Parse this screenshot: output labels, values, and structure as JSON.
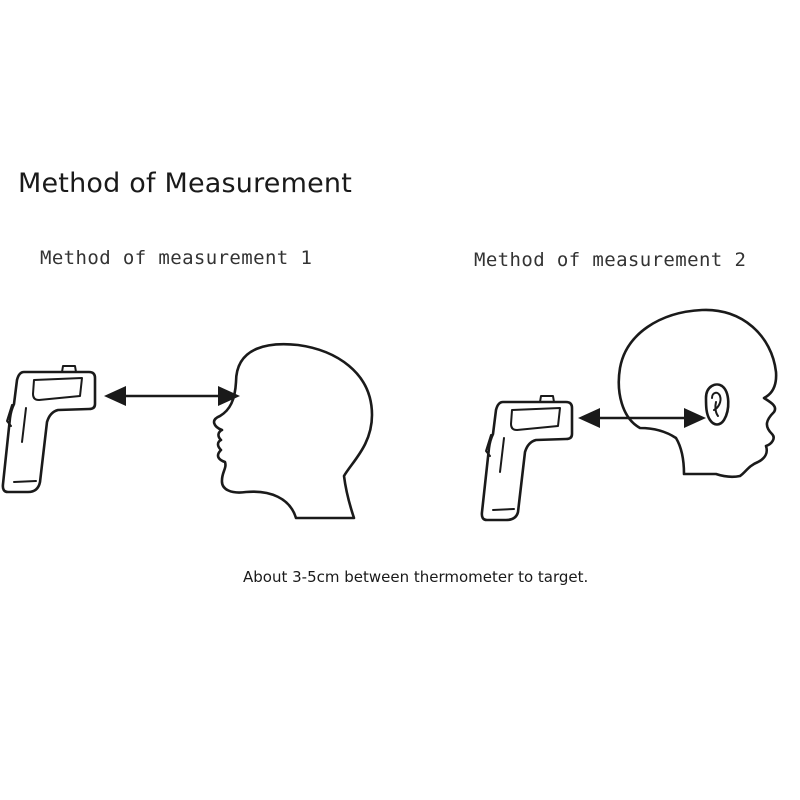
{
  "title": "Method of Measurement",
  "methods": [
    {
      "caption": "Method of measurement 1",
      "target": "forehead"
    },
    {
      "caption": "Method of measurement 2",
      "target": "ear"
    }
  ],
  "note": "About 3-5cm between thermometer to target.",
  "colors": {
    "ink": "#1a1a1a",
    "background": "#ffffff"
  }
}
